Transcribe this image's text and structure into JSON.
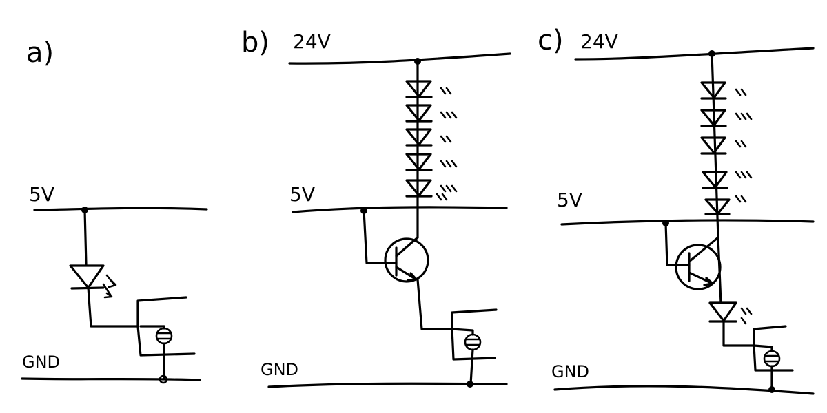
{
  "panels": [
    {
      "id": "a",
      "label": "a)",
      "rails": {
        "v5": "5V",
        "gnd": "GND"
      }
    },
    {
      "id": "b",
      "label": "b)",
      "rails": {
        "v24": "24V",
        "v5": "5V",
        "gnd": "GND"
      }
    },
    {
      "id": "c",
      "label": "c)",
      "rails": {
        "v24": "24V",
        "v5": "5V",
        "gnd": "GND"
      }
    }
  ],
  "colors": {
    "ink": "#000000",
    "paper": "#ffffff"
  }
}
